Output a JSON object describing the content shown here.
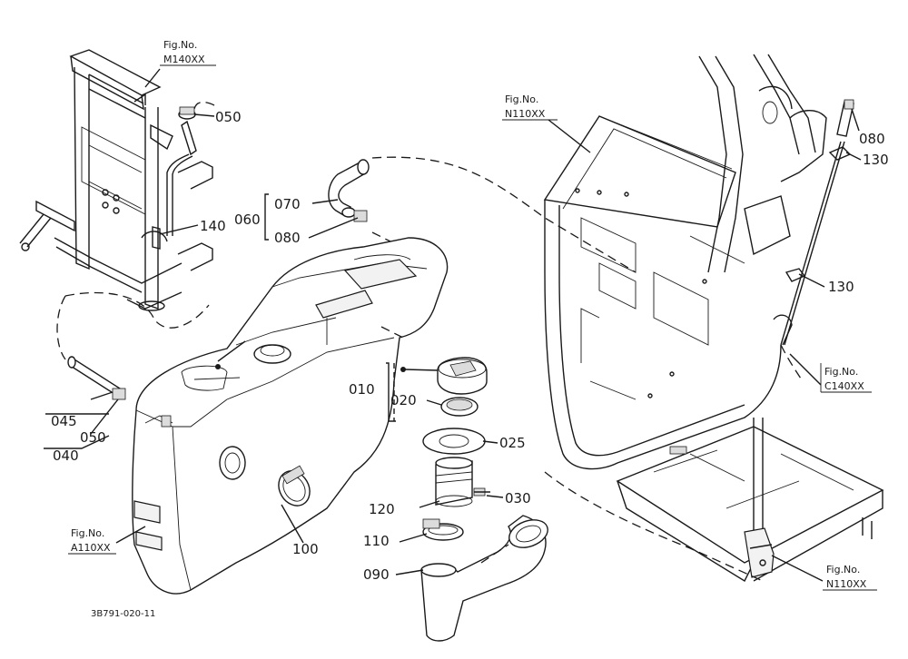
{
  "diagram": {
    "drawing_code": "3B791-020-11",
    "fig_refs": [
      {
        "id": "m140",
        "prefix": "Fig.No.",
        "code": "M140XX"
      },
      {
        "id": "n110-top",
        "prefix": "Fig.No.",
        "code": "N110XX"
      },
      {
        "id": "c140",
        "prefix": "Fig.No.",
        "code": "C140XX"
      },
      {
        "id": "a110",
        "prefix": "Fig.No.",
        "code": "A110XX"
      },
      {
        "id": "n110-bottom",
        "prefix": "Fig.No.",
        "code": "N110XX"
      }
    ],
    "parts": [
      {
        "id": "p050a",
        "num": "050"
      },
      {
        "id": "p140",
        "num": "140"
      },
      {
        "id": "p070",
        "num": "070"
      },
      {
        "id": "p060",
        "num": "060"
      },
      {
        "id": "p080a",
        "num": "080"
      },
      {
        "id": "p080b",
        "num": "080"
      },
      {
        "id": "p130a",
        "num": "130"
      },
      {
        "id": "p130b",
        "num": "130"
      },
      {
        "id": "p010",
        "num": "010"
      },
      {
        "id": "p020",
        "num": "020"
      },
      {
        "id": "p025",
        "num": "025"
      },
      {
        "id": "p030",
        "num": "030"
      },
      {
        "id": "p120",
        "num": "120"
      },
      {
        "id": "p110",
        "num": "110"
      },
      {
        "id": "p090",
        "num": "090"
      },
      {
        "id": "p100",
        "num": "100"
      },
      {
        "id": "p045",
        "num": "045"
      },
      {
        "id": "p050b",
        "num": "050"
      },
      {
        "id": "p040",
        "num": "040"
      }
    ]
  }
}
